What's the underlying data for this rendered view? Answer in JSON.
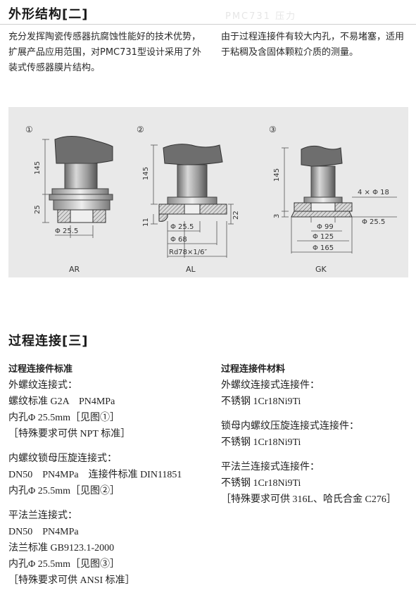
{
  "section1": {
    "title": "外形结构[二]",
    "ghost_text": "PMC731 压力",
    "para_left": "充分发挥陶瓷传感器抗腐蚀性能好的技术优势，扩展产品应用范围，对PMC731型设计采用了外装式传感器膜片结构。",
    "para_right": "由于过程连接件有较大内孔，不易堵塞，适用于粘稠及含固体颗粒介质的测量。"
  },
  "figure": {
    "markers": [
      "①",
      "②",
      "③"
    ],
    "captions": [
      "AR",
      "AL",
      "GK"
    ],
    "ar": {
      "dim_145": "145",
      "dim_25": "25",
      "dia": "Φ 25.5"
    },
    "al": {
      "dim_145": "145",
      "dim_11": "11",
      "dim_22": "22",
      "dia1": "Φ 25.5",
      "dia2": "Φ 68",
      "thread": "Rd78×1/6″"
    },
    "gk": {
      "dim_145": "145",
      "dim_3": "3",
      "holes": "4 × Φ 18",
      "dia1": "Φ 25.5",
      "dia2": "Φ 99",
      "dia3": "Φ 125",
      "dia4": "Φ 165"
    }
  },
  "section2": {
    "title": "过程连接[三]",
    "left": {
      "subtitle": "过程连接件标准",
      "groups": [
        [
          "外螺纹连接式：",
          "螺纹标准 G2A　PN4MPa",
          "内孔Φ 25.5mm［见图①］",
          "［特殊要求可供 NPT 标准］"
        ],
        [
          "内螺纹锁母压旋连接式：",
          "DN50　PN4MPa　连接件标准 DIN11851",
          "内孔Φ 25.5mm［见图②］"
        ],
        [
          "平法兰连接式：",
          "DN50　PN4MPa",
          "法兰标准 GB9123.1-2000",
          "内孔Φ 25.5mm［见图③］",
          "［特殊要求可供 ANSI 标准］"
        ]
      ]
    },
    "right": {
      "subtitle": "过程连接件材料",
      "groups": [
        [
          "外螺纹连接式连接件：",
          "不锈钢 1Cr18Ni9Ti"
        ],
        [
          "锁母内螺纹压旋连接式连接件：",
          "不锈钢 1Cr18Ni9Ti"
        ],
        [
          "平法兰连接式连接件：",
          "不锈钢 1Cr18Ni9Ti",
          "［特殊要求可供 316L、哈氏合金 C276］"
        ]
      ]
    }
  }
}
